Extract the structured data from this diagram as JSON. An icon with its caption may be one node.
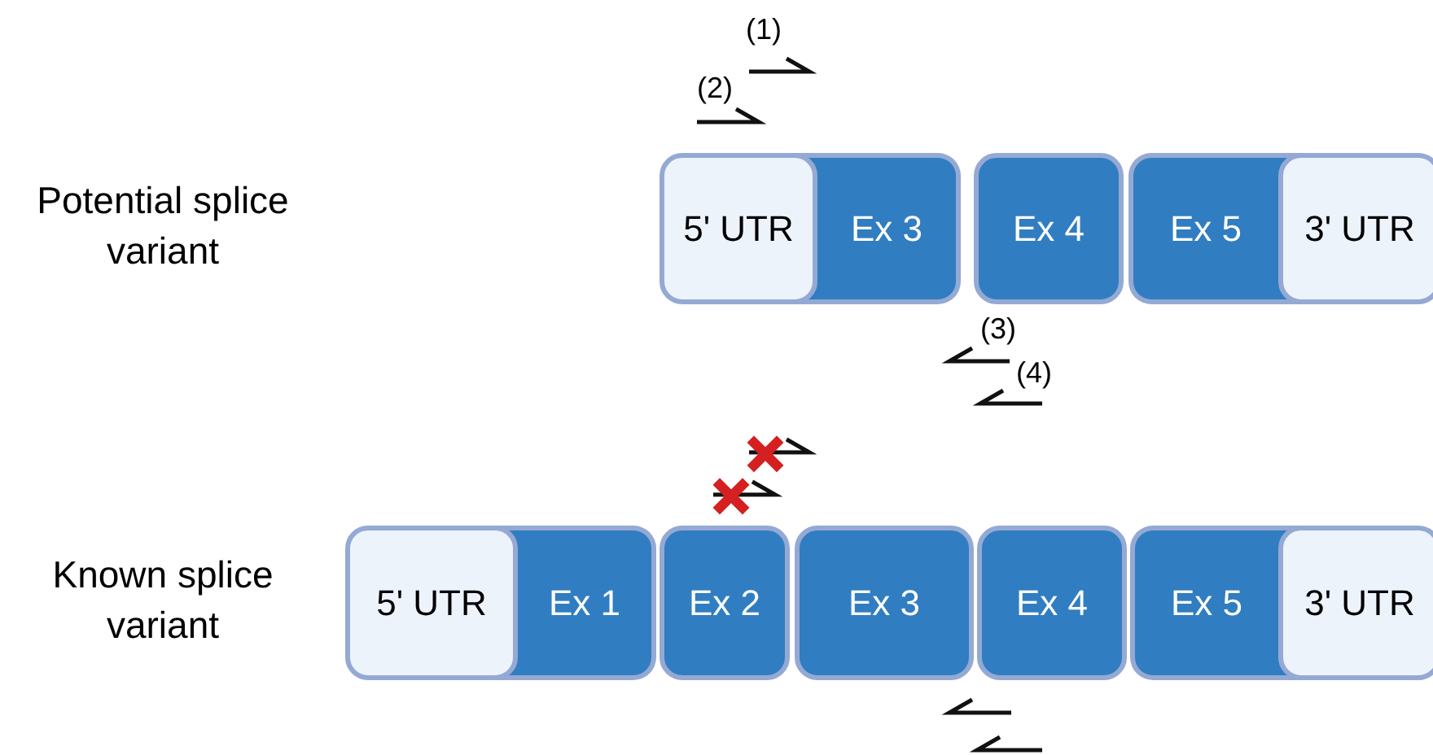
{
  "diagram": {
    "nodes": [
      {
        "text": [
          "5' UTR"
        ]
      },
      {
        "text": [
          "Ex 3"
        ]
      },
      {
        "text": [
          "Ex 4"
        ]
      },
      {
        "text": [
          "Ex 5"
        ]
      },
      {
        "text": [
          "3' UTR"
        ]
      },
      {
        "text": [
          "5' UTR"
        ]
      },
      {
        "text": [
          "Ex 1"
        ]
      },
      {
        "text": [
          "Ex 2"
        ]
      },
      {
        "text": [
          "Ex 3"
        ]
      },
      {
        "text": [
          "Ex 4"
        ]
      },
      {
        "text": [
          "Ex 5"
        ]
      },
      {
        "text": [
          "3' UTR"
        ]
      }
    ],
    "labels": [
      "(1)",
      "(2)",
      "Potential splice variant",
      "(3)",
      "(4)",
      "Known splice variant"
    ]
  }
}
